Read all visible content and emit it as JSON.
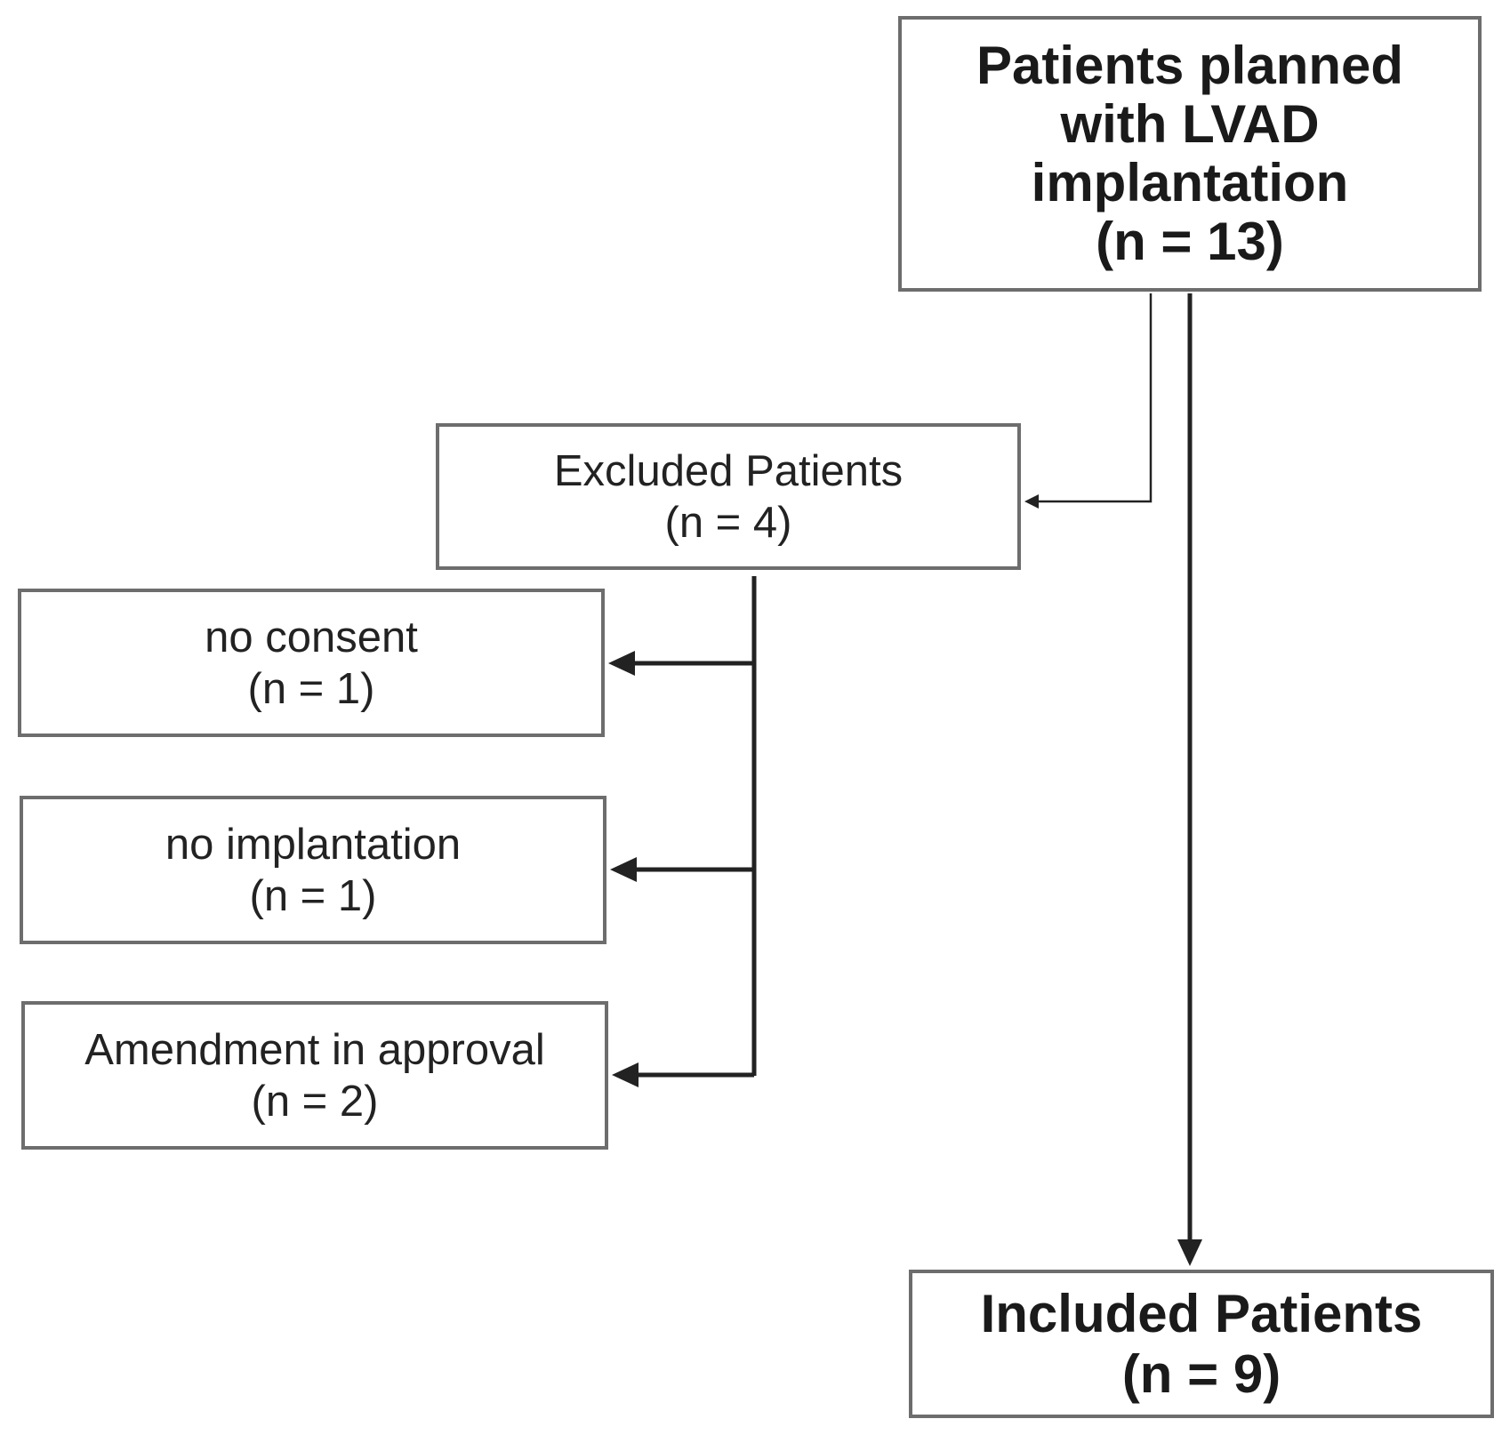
{
  "boxes": {
    "planned": {
      "lines": [
        "Patients planned",
        "with LVAD",
        "implantation"
      ],
      "count": "(n = 13)"
    },
    "excluded": {
      "label": "Excluded Patients",
      "count": "(n = 4)"
    },
    "no_consent": {
      "label": "no consent",
      "count": "(n = 1)"
    },
    "no_implantation": {
      "label": "no implantation",
      "count": "(n = 1)"
    },
    "amendment": {
      "label": "Amendment in approval",
      "count": "(n = 2)"
    },
    "included": {
      "label": "Included Patients",
      "count": "(n = 9)"
    }
  },
  "colors": {
    "box_border": "#6d6d6d",
    "connector": "#222222",
    "text": "#1e1e1e"
  }
}
